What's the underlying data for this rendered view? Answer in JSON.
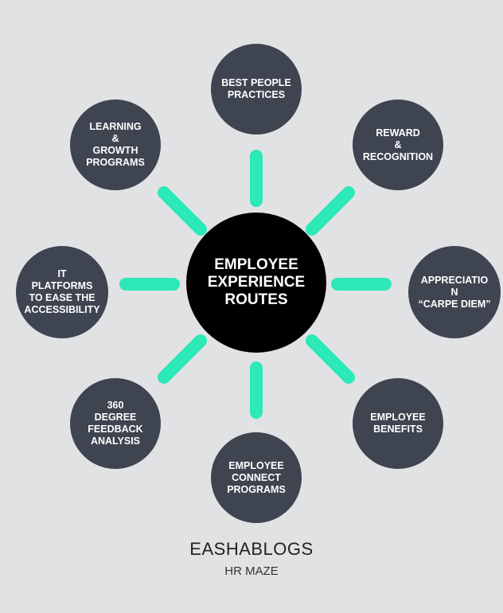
{
  "center": "EMPLOYEE\nEXPERIENCE\nROUTES",
  "nodes": [
    "BEST PEOPLE\nPRACTICES",
    "REWARD\n&\nRECOGNITION",
    "APPRECIATIO\nN\n“CARPE DIEM”",
    "EMPLOYEE\nBENEFITS",
    "EMPLOYEE\nCONNECT\nPROGRAMS",
    "360\nDEGREE\nFEEDBACK\nANALYSIS",
    "IT\nPLATFORMS\nTO EASE THE\nACCESSIBILITY",
    "LEARNING\n&\nGROWTH\nPROGRAMS"
  ],
  "footer": {
    "brand": "EASHABLOGS",
    "subtitle": "HR MAZE"
  },
  "colors": {
    "connector": "#2de8b7",
    "node": "#3e4450",
    "center": "#000000"
  }
}
